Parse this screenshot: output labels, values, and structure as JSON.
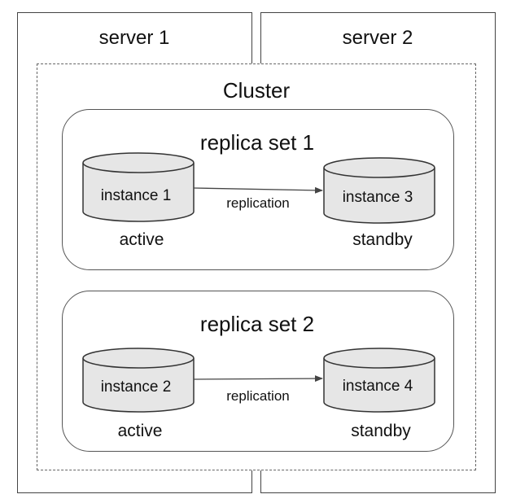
{
  "servers": [
    {
      "label": "server 1"
    },
    {
      "label": "server 2"
    }
  ],
  "cluster": {
    "label": "Cluster"
  },
  "replica_sets": [
    {
      "label": "replica set 1",
      "primary": {
        "name": "instance 1",
        "role": "active"
      },
      "secondary": {
        "name": "instance 3",
        "role": "standby"
      },
      "link_label": "replication"
    },
    {
      "label": "replica set 2",
      "primary": {
        "name": "instance 2",
        "role": "active"
      },
      "secondary": {
        "name": "instance 4",
        "role": "standby"
      },
      "link_label": "replication"
    }
  ],
  "colors": {
    "cylinder_fill": "#e6e6e6",
    "cylinder_stroke": "#333333",
    "border": "#444444"
  }
}
